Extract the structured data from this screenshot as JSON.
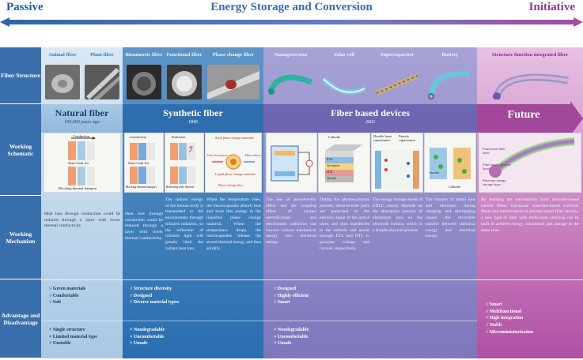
{
  "header": {
    "left_title": "Passive",
    "center_title": "Energy Storage and Conversion",
    "right_title": "Initiative"
  },
  "row_headers": {
    "structure": "Fiber Structure",
    "schematic": "Working Schematic",
    "mechanism": "Working Mechanism",
    "advantage": "Advantage and Disadvantage"
  },
  "structures": [
    {
      "label": "Animal fiber"
    },
    {
      "label": "Plant fiber"
    },
    {
      "label": "Biomimetic fiber"
    },
    {
      "label": "Functional fiber"
    },
    {
      "label": "Phase change fiber"
    },
    {
      "label": "Nanogenerator"
    },
    {
      "label": "Solar cell"
    },
    {
      "label": "Supercapacitor"
    },
    {
      "label": "Battery"
    },
    {
      "label": "Structure function integrated fiber"
    }
  ],
  "eras": {
    "natural": {
      "title": "Natural fiber",
      "sub": "100,000 years ago"
    },
    "synthetic": {
      "title": "Synthetic fiber",
      "sub": "1846"
    },
    "devices": {
      "title": "Fiber based devices",
      "sub": "2002"
    },
    "future": {
      "title": "Future"
    }
  },
  "schematic_labels": {
    "conduction": "Conduction",
    "skin_cloth_air": "Skin  Cloth  Air",
    "blocking_thermal": "Blocking thermal transport",
    "radiation": "Radiation",
    "reflecting": "Reflecting body thermal",
    "solid_phase": "Solid phase change materials",
    "heat_absorption": "Heat absorption",
    "heat_release": "Heat release",
    "liquid_phase": "Liquid phase change materials",
    "phase_change_fiber": "Phase change fiber",
    "cathode": "Cathode",
    "etl": "ETL",
    "acceptor": "Acceptor",
    "htl": "HTL",
    "anode": "Anode",
    "double_layer": "Double layer capacitance",
    "pseudo": "Pseudo capacitance",
    "anode_batt": "Anode",
    "cathode_batt": "Cathode",
    "functional_layer": "Functional fiber layer",
    "device_layer": "Fiber based devices layer",
    "storage_layer": "Structure energy storage layer"
  },
  "mechanisms": {
    "natural": "Heat loss through conduction could be reduced through a layer with lower thermal conductivity.",
    "biomimetic": "Heat loss through conduction could be reduced through a layer with lower thermal conductivity.",
    "functional": "The radiant energy of the human body is transmitted to the environment through infrared radiation, so the reflection of infrared light will greatly limit the radiant heat loss.",
    "phase": "When the temperature rises, the microcapsules absorb heat and store this energy to the liquefied phase change material. When the temperature drops, the microcapsules release the stored thermal energy and thus solidify.",
    "nanogenerator": "The use of piezoelectric effect and the coupling effect of contact electrification and electrostatic induction can convert various mechanical energy into electrical energy.",
    "solar": "During the photoexcitation process, electron-hole pairs are generated in the electron donor of the active layer, and then transferred to the cathode and anode through ETL and HTL to generate voltage and current, respectively.",
    "supercap": "The energy storage mode of EDLC mainly depends on the absorption process of electrolyte ions on the electrode surface, which is a simple physical process.",
    "battery": "The transfer of metal ions and electrons during charging and discharging causes the reversible transfer between chemical energy and electrical energy.",
    "future": "By learning the mechanisms from structure-based natural fibers, functional materials-based synthetic fibers and electrochemical process based fiber devices, a new type of fiber with multi-layer stacking can be built to achieve energy conversion and storage at the same time."
  },
  "advantages": {
    "natural": [
      "√ Green materials",
      "√ Comfortable",
      "√ Soft"
    ],
    "synthetic": [
      "√ Structure diversity",
      "√ Designed",
      "√ Diverse material types"
    ],
    "devices": [
      "√ Designed",
      "√ Highly efficient",
      "√ Smart"
    ],
    "future": [
      "√ Smart",
      "√ Multifunctional",
      "√ High integration",
      "√ Stable",
      "√ Microminiaturization"
    ]
  },
  "disadvantages": {
    "natural": [
      "× Single structure",
      "× Limited material type",
      "× Unstable"
    ],
    "synthetic": [
      "× Nondegradable",
      "× Uncomfortable",
      "× Unsafe"
    ],
    "devices": [
      "× Nondegradable",
      "× Uncomfortable",
      "× Unsafe"
    ]
  },
  "colors": {
    "natural": "#b9d4ea",
    "synthetic": "#2f78b8",
    "devices": "#8a83c2",
    "future": "#b24fa3"
  }
}
